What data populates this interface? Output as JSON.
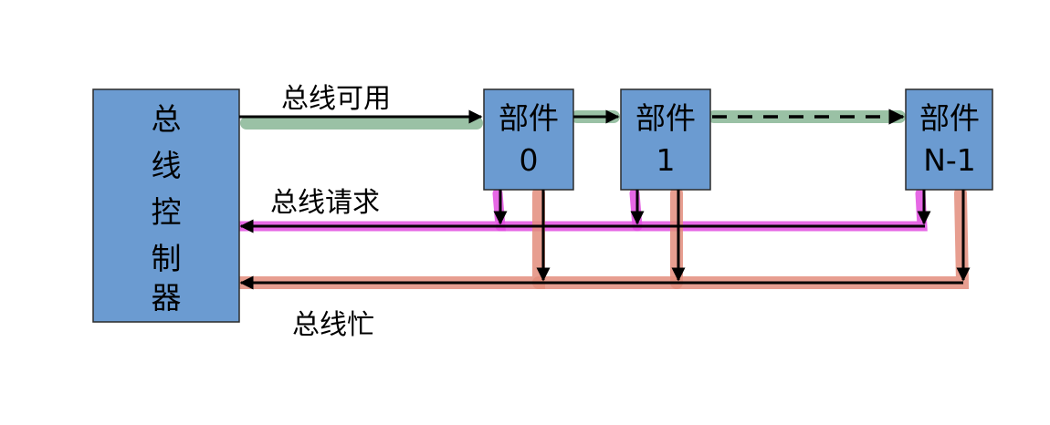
{
  "controller": {
    "chars": [
      "总",
      "线",
      "控",
      "制",
      "器"
    ]
  },
  "units": [
    {
      "line1": "部件",
      "line2": "0"
    },
    {
      "line1": "部件",
      "line2": "1"
    },
    {
      "line1": "部件",
      "line2": "N-1"
    }
  ],
  "signals": {
    "bus_available": "总线可用",
    "bus_request": "总线请求",
    "bus_busy": "总线忙"
  },
  "colors": {
    "box_fill": "#6b9bd1",
    "available_highlight": "#8fba9b",
    "request_highlight": "#e24de0",
    "busy_highlight": "#e38d7d"
  }
}
